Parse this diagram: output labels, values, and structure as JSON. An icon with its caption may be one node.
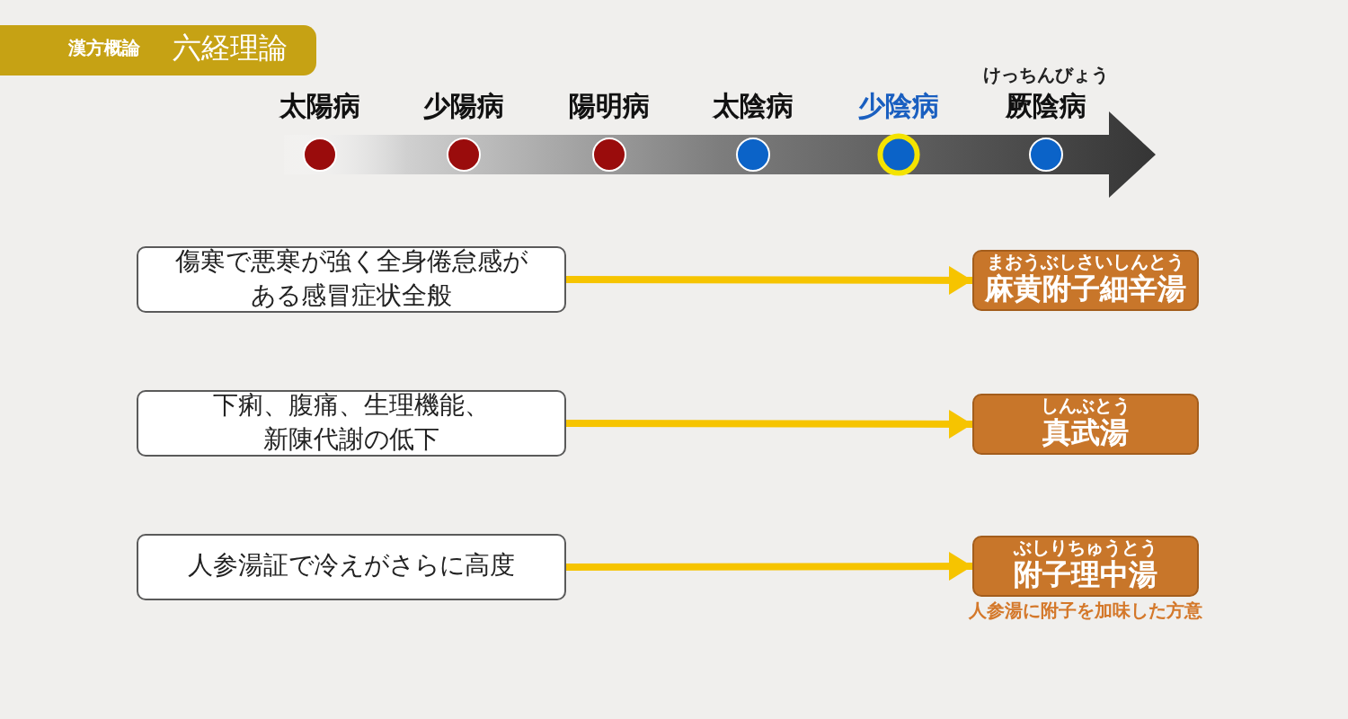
{
  "diagram": {
    "title": "六経理論",
    "nodes": [
      {
        "text": [
          "傷寒で悪寒が強く全身倦怠感がある感冒症状全般"
        ]
      },
      {
        "text": [
          "まおうぶしさいしんとう",
          "麻黄附子細辛湯"
        ]
      },
      {
        "text": [
          "下痢、腹痛、生理機能、新陳代謝の低下"
        ]
      },
      {
        "text": [
          "しんぶとう",
          "真武湯"
        ]
      },
      {
        "text": [
          "人参湯証で冷えがさらに高度"
        ]
      },
      {
        "text": [
          "ぶしりちゅうとう",
          "附子理中湯"
        ],
        "beside": [
          "人参湯に附子を加味した方意"
        ]
      }
    ],
    "edges": [
      {
        "from": 0,
        "to": 1,
        "arrow": "to"
      },
      {
        "from": 2,
        "to": 3,
        "arrow": "to"
      },
      {
        "from": 4,
        "to": 5,
        "arrow": "to"
      }
    ],
    "labels": [
      "漢方概論",
      "太陽病",
      "少陽病",
      "陽明病",
      "太陰病",
      "少陰病",
      "けっちんびょう",
      "厥陰病"
    ]
  }
}
